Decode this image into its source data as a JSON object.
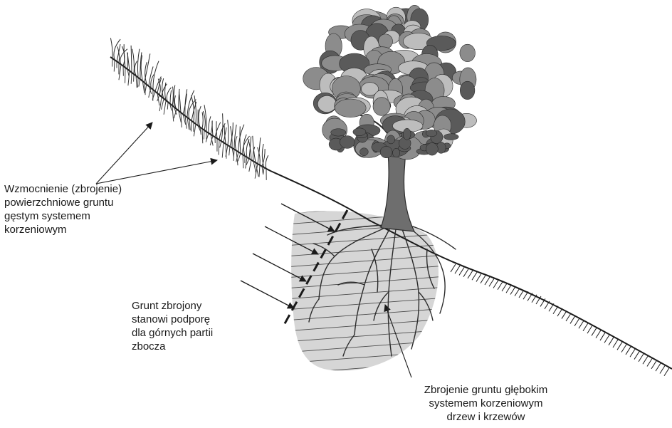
{
  "labels": {
    "surface_reinforcement": [
      "Wzmocnienie (zbrojenie)",
      "powierzchniowe gruntu",
      "gęstym systemem",
      "korzeniowym"
    ],
    "reinforced_soil_support": [
      "Grunt zbrojony",
      "stanowi podporę",
      "dla górnych partii",
      "zbocza"
    ],
    "deep_root_reinforcement": [
      "Zbrojenie gruntu głębokim",
      "systemem korzeniowym",
      "drzew i krzewów"
    ]
  },
  "colors": {
    "ink": "#1a1a1a",
    "reinforced_zone": "#d6d6d6",
    "foliage_dark": "#5a5a5a",
    "foliage_mid": "#8c8c8c",
    "foliage_light": "#bdbdbd",
    "trunk": "#6e6e6e"
  },
  "icons": [
    "grass-tuft-icon",
    "tree-icon",
    "root-system-icon",
    "pressure-arrow-icon"
  ]
}
